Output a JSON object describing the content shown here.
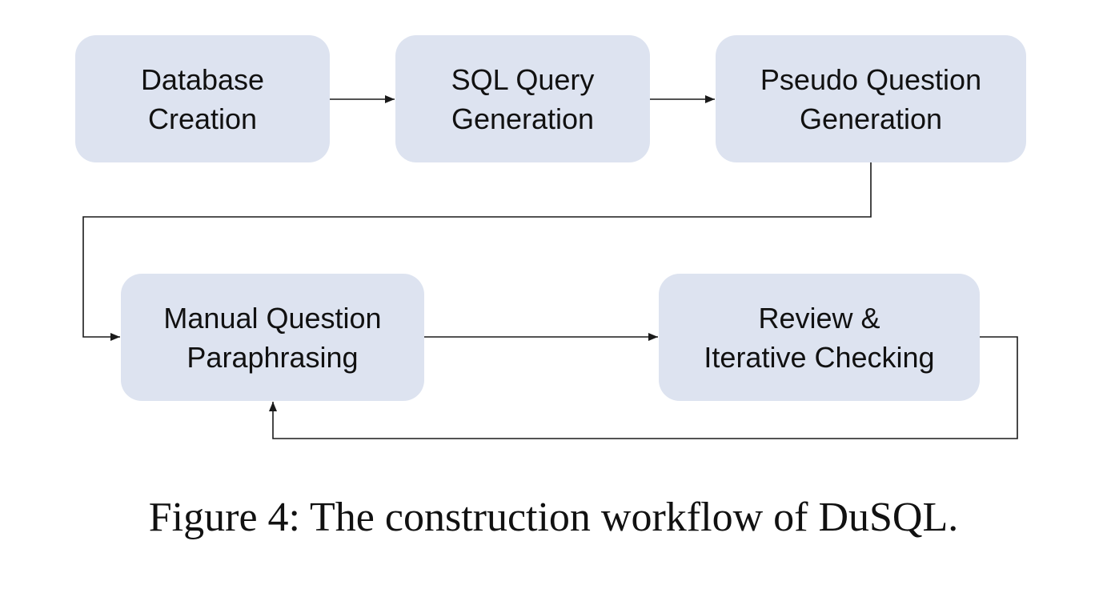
{
  "diagram": {
    "nodes": [
      {
        "id": "db",
        "lines": [
          "Database",
          "Creation"
        ]
      },
      {
        "id": "sql",
        "lines": [
          "SQL Query",
          "Generation"
        ]
      },
      {
        "id": "pseudo",
        "lines": [
          "Pseudo Question",
          "Generation"
        ]
      },
      {
        "id": "manual",
        "lines": [
          "Manual Question",
          "Paraphrasing"
        ]
      },
      {
        "id": "review",
        "lines": [
          "Review &",
          "Iterative Checking"
        ]
      }
    ],
    "edges": [
      {
        "from": "db",
        "to": "sql"
      },
      {
        "from": "sql",
        "to": "pseudo"
      },
      {
        "from": "pseudo",
        "to": "manual"
      },
      {
        "from": "manual",
        "to": "review"
      },
      {
        "from": "review",
        "to": "manual"
      }
    ],
    "colors": {
      "node_fill": "#dde3f0",
      "line": "#1a1a1a",
      "text": "#111111"
    }
  },
  "caption": "Figure 4: The construction workflow of DuSQL."
}
